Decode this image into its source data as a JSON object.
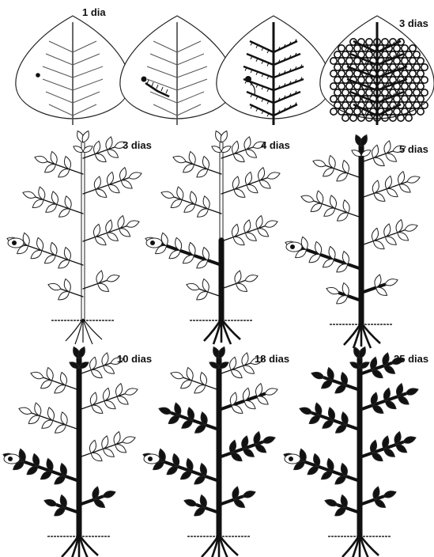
{
  "leaves": [
    {
      "label": "1 dia",
      "stage": 0
    },
    {
      "label": "",
      "stage": 1
    },
    {
      "label": "",
      "stage": 2
    },
    {
      "label": "3 dias",
      "stage": 3
    }
  ],
  "plants": [
    {
      "label": "3 dias",
      "stem": 0,
      "left_lower": 0,
      "left_upper": 0,
      "right_lower": 0,
      "right_upper": 0,
      "top": 0,
      "roots": 0
    },
    {
      "label": "4 dias",
      "stem": 0.45,
      "left_lower": 1,
      "left_upper": 0,
      "right_lower": 0,
      "right_upper": 0,
      "top": 0,
      "roots": 1
    },
    {
      "label": "5 dias",
      "stem": 1,
      "left_lower": 1,
      "left_upper": 0,
      "right_lower": 0,
      "right_upper": 0,
      "top": 1,
      "roots": 1
    },
    {
      "label": "10 dias",
      "stem": 1,
      "left_lower": 1,
      "left_upper": 0,
      "right_lower": 0,
      "right_upper": 0,
      "top": 1,
      "roots": 1,
      "leaf_fill_lower": 1,
      "leaf_fill_top": 1
    },
    {
      "label": "18 dias",
      "stem": 1,
      "left_lower": 1,
      "left_upper": 1,
      "right_lower": 1,
      "right_upper": 1,
      "top": 1,
      "roots": 1,
      "leaf_fill_lower": 1,
      "leaf_fill_top": 1,
      "leaf_fill_upper": 0.5
    },
    {
      "label": "25 dias",
      "stem": 1,
      "left_lower": 1,
      "left_upper": 1,
      "right_lower": 1,
      "right_upper": 1,
      "top": 1,
      "roots": 1,
      "leaf_fill_lower": 1,
      "leaf_fill_top": 1,
      "leaf_fill_upper": 1
    }
  ]
}
